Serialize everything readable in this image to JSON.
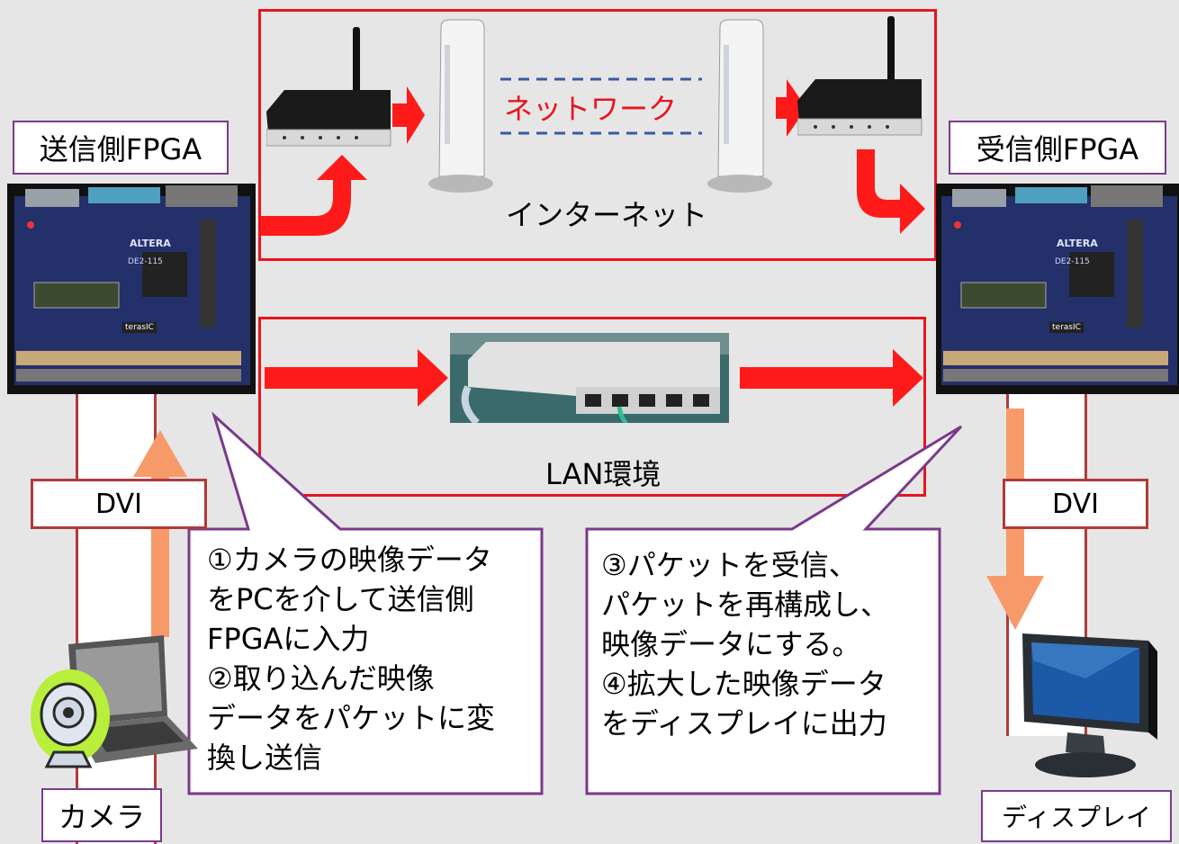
{
  "labels": {
    "sender_fpga": "送信側FPGA",
    "receiver_fpga": "受信側FPGA",
    "network": "ネットワーク",
    "internet": "インターネット",
    "lan": "LAN環境",
    "dvi_left": "DVI",
    "dvi_right": "DVI",
    "camera": "カメラ",
    "display": "ディスプレイ",
    "board_brand": "ALTERA",
    "board_model": "DE2-115",
    "board_maker": "terasIC"
  },
  "notes": {
    "left": "①カメラの映像データ\nをPCを介して送信側\nFPGAに入力\n②取り込んだ映像\nデータをパケットに変\n換し送信",
    "right": "③パケットを受信、\nパケットを再構成し、\n映像データにする。\n④拡大した映像データ\nをディスプレイに出力"
  },
  "colors": {
    "frame_red": "#e8141e",
    "callout_border": "#7a3a8a",
    "orange_arrow": "#f79a6a",
    "network_dash": "#3a5aa0",
    "network_text": "#e8141e"
  },
  "icons": [
    "wireless-router-icon",
    "modem-icon",
    "network-switch-icon",
    "fpga-board-icon",
    "laptop-icon",
    "webcam-icon",
    "monitor-icon"
  ]
}
